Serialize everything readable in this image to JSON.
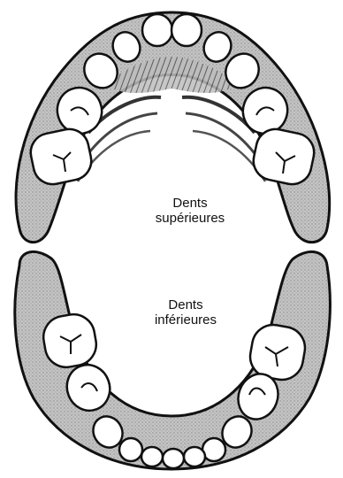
{
  "labels": {
    "upper": {
      "line1": "Dents",
      "line2": "supérieures"
    },
    "lower": {
      "line1": "Dents",
      "line2": "inférieures"
    }
  },
  "colors": {
    "outline": "#111111",
    "gum": "#bdbdbd",
    "tooth": "#ffffff",
    "background": "#ffffff"
  },
  "icons": [
    "upper-dental-arch-icon",
    "lower-dental-arch-icon",
    "tooth-icon"
  ]
}
